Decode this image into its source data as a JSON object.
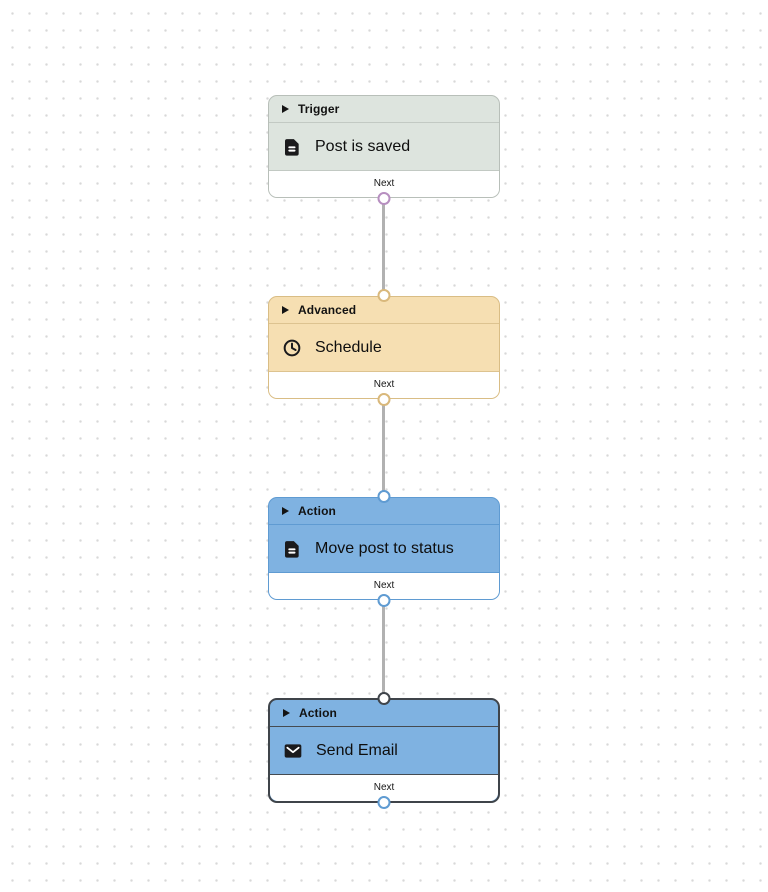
{
  "canvas": {
    "background_color": "#ffffff",
    "dot_color": "#d8d8d8",
    "connector_color": "#b1b1b1"
  },
  "nodes": [
    {
      "category": "Trigger",
      "title": "Post is saved",
      "icon": "document-icon",
      "next_label": "Next",
      "selected": false,
      "has_input_port": false,
      "colors": {
        "background": "#dde4de",
        "border": "#b8bfb9",
        "divider": "#c2c9c3",
        "output_port": "#b78fc0"
      }
    },
    {
      "category": "Advanced",
      "title": "Schedule",
      "icon": "clock-icon",
      "next_label": "Next",
      "selected": false,
      "has_input_port": true,
      "colors": {
        "background": "#f6dfb2",
        "border": "#d9bd85",
        "divider": "#ddc390",
        "input_port": "#d9b87b",
        "output_port": "#d9b87b"
      }
    },
    {
      "category": "Action",
      "title": "Move post to status",
      "icon": "document-icon",
      "next_label": "Next",
      "selected": false,
      "has_input_port": true,
      "colors": {
        "background": "#7fb2e1",
        "border": "#5f9bd2",
        "divider": "#5f9bd2",
        "input_port": "#5f9bd2",
        "output_port": "#5f9bd2"
      }
    },
    {
      "category": "Action",
      "title": "Send Email",
      "icon": "envelope-icon",
      "next_label": "Next",
      "selected": true,
      "has_input_port": true,
      "colors": {
        "background": "#7fb2e1",
        "border": "#3f444a",
        "divider": "#454b51",
        "input_port": "#3f444a",
        "output_port": "#5f9bd2"
      }
    }
  ]
}
